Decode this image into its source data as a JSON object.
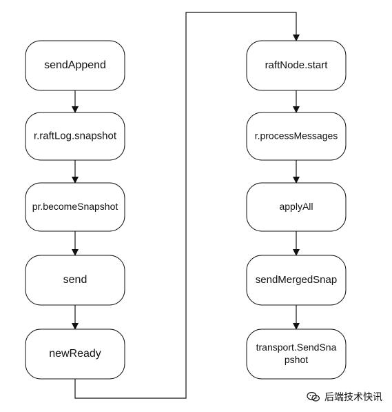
{
  "diagram": {
    "nodes": [
      {
        "id": "sendAppend",
        "label": "sendAppend"
      },
      {
        "id": "snapshot",
        "label": "r.raftLog.snapshot"
      },
      {
        "id": "becomeSnapshot",
        "label": "pr.becomeSnapshot"
      },
      {
        "id": "send",
        "label": "send"
      },
      {
        "id": "newReady",
        "label": "newReady"
      },
      {
        "id": "raftNodeStart",
        "label": "raftNode.start"
      },
      {
        "id": "processMessages",
        "label": "r.processMessages"
      },
      {
        "id": "applyAll",
        "label": "applyAll"
      },
      {
        "id": "sendMergedSnap",
        "label": "sendMergedSnap"
      },
      {
        "id": "sendSnapshot",
        "label": "transport.SendSna\npshot"
      }
    ],
    "edges": [
      [
        "sendAppend",
        "snapshot"
      ],
      [
        "snapshot",
        "becomeSnapshot"
      ],
      [
        "becomeSnapshot",
        "send"
      ],
      [
        "send",
        "newReady"
      ],
      [
        "newReady",
        "raftNodeStart"
      ],
      [
        "raftNodeStart",
        "processMessages"
      ],
      [
        "processMessages",
        "applyAll"
      ],
      [
        "applyAll",
        "sendMergedSnap"
      ],
      [
        "sendMergedSnap",
        "sendSnapshot"
      ]
    ]
  },
  "watermark": {
    "text": "后端技术快讯",
    "icon": "wechat-icon"
  }
}
